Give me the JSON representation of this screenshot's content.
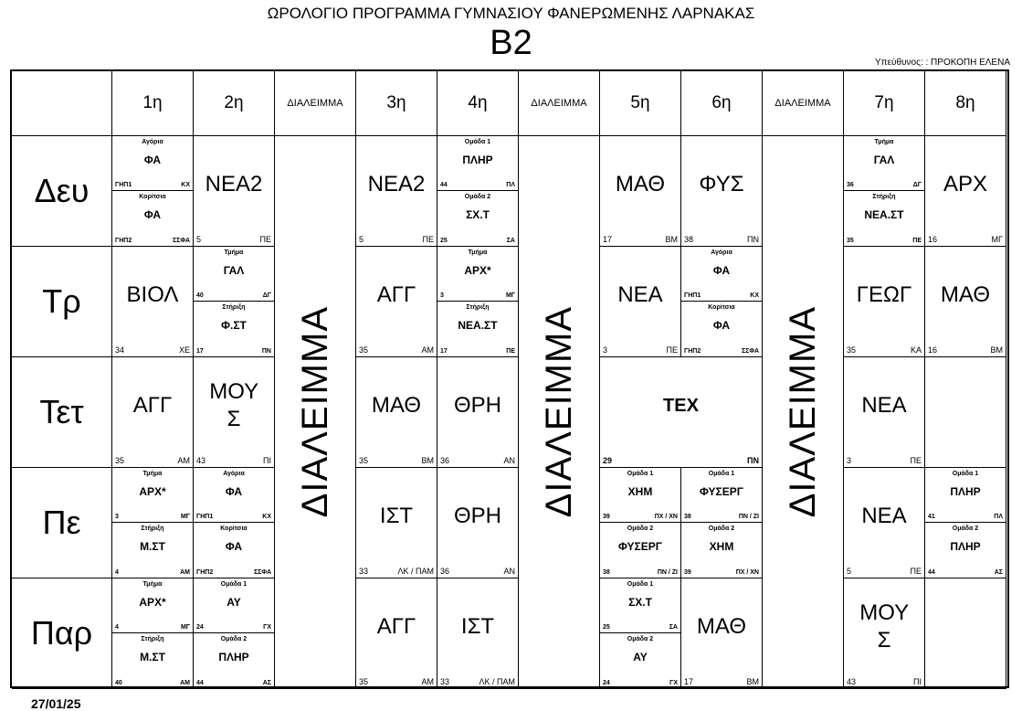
{
  "header": {
    "school": "ΩΡΟΛΟΓΙΟ ΠΡΟΓΡΑΜΜΑ ΓΥΜΝΑΣΙΟΥ ΦΑΝΕΡΩΜΕΝΗΣ ΛΑΡΝΑΚΑΣ",
    "class_name": "Β2",
    "responsible": "Υπεύθυνος: : ΠΡΟΚΟΠΗ ΕΛΕΝΑ"
  },
  "footer": {
    "date": "27/01/25"
  },
  "columns": [
    "",
    "1η",
    "2η",
    "ΔΙΑΛΕΙΜΜΑ",
    "3η",
    "4η",
    "ΔΙΑΛΕΙΜΜΑ",
    "5η",
    "6η",
    "ΔΙΑΛΕΙΜΜΑ",
    "7η",
    "8η"
  ],
  "break_label": "ΔΙΑΛΕΙΜΜΑ",
  "days": [
    "Δευ",
    "Τρ",
    "Τετ",
    "Πε",
    "Παρ"
  ],
  "rows": [
    [
      {
        "split": [
          {
            "label": "Αγόρια",
            "subject": "ΦΑ",
            "room": "ΓΗΠ1",
            "teacher": "ΚΧ"
          },
          {
            "label": "Κορίτσια",
            "subject": "ΦΑ",
            "room": "ΓΗΠ2",
            "teacher": "ΣΣΦΑ"
          }
        ]
      },
      {
        "subject": "ΝΕΑ2",
        "room": "5",
        "teacher": "ΠΕ"
      },
      {
        "subject": "ΝΕΑ2",
        "room": "5",
        "teacher": "ΠΕ"
      },
      {
        "split": [
          {
            "label": "Ομάδα 1",
            "subject": "ΠΛΗΡ",
            "room": "44",
            "teacher": "ΠΛ"
          },
          {
            "label": "Ομάδα 2",
            "subject": "ΣΧ.Τ",
            "room": "25",
            "teacher": "ΣΑ"
          }
        ]
      },
      {
        "subject": "ΜΑΘ",
        "room": "17",
        "teacher": "ΒΜ"
      },
      {
        "subject": "ΦΥΣ",
        "room": "38",
        "teacher": "ΠΝ"
      },
      {
        "split": [
          {
            "label": "Τμήμα",
            "subject": "ΓΑΛ",
            "room": "36",
            "teacher": "ΔΓ"
          },
          {
            "label": "Στήριξη",
            "subject": "ΝΕΑ.ΣΤ",
            "room": "35",
            "teacher": "ΠΕ"
          }
        ]
      },
      {
        "subject": "ΑΡΧ",
        "room": "16",
        "teacher": "ΜΓ"
      }
    ],
    [
      {
        "subject": "ΒΙΟΛ",
        "room": "34",
        "teacher": "ΧΕ"
      },
      {
        "split": [
          {
            "label": "Τμήμα",
            "subject": "ΓΑΛ",
            "room": "40",
            "teacher": "ΔΓ"
          },
          {
            "label": "Στήριξη",
            "subject": "Φ.ΣΤ",
            "room": "17",
            "teacher": "ΠΝ"
          }
        ]
      },
      {
        "subject": "ΑΓΓ",
        "room": "35",
        "teacher": "ΑΜ"
      },
      {
        "split": [
          {
            "label": "Τμήμα",
            "subject": "ΑΡΧ*",
            "room": "3",
            "teacher": "ΜΓ"
          },
          {
            "label": "Στήριξη",
            "subject": "ΝΕΑ.ΣΤ",
            "room": "17",
            "teacher": "ΠΕ"
          }
        ]
      },
      {
        "subject": "ΝΕΑ",
        "room": "3",
        "teacher": "ΠΕ"
      },
      {
        "split": [
          {
            "label": "Αγόρια",
            "subject": "ΦΑ",
            "room": "ΓΗΠ1",
            "teacher": "ΚΧ"
          },
          {
            "label": "Κορίτσια",
            "subject": "ΦΑ",
            "room": "ΓΗΠ2",
            "teacher": "ΣΣΦΑ"
          }
        ]
      },
      {
        "subject": "ΓΕΩΓ",
        "room": "35",
        "teacher": "ΚΑ"
      },
      {
        "subject": "ΜΑΘ",
        "room": "16",
        "teacher": "ΒΜ"
      }
    ],
    [
      {
        "subject": "ΑΓΓ",
        "room": "35",
        "teacher": "ΑΜ"
      },
      {
        "subject": "ΜΟΥ Σ",
        "room": "43",
        "teacher": "ΠΙ"
      },
      {
        "subject": "ΜΑΘ",
        "room": "35",
        "teacher": "ΒΜ"
      },
      {
        "subject": "ΘΡΗ",
        "room": "36",
        "teacher": "ΑΝ"
      },
      {
        "subject": "ΤΕΧ",
        "room": "29",
        "teacher": "ΠΝ",
        "span": 2,
        "bold": true
      },
      null,
      {
        "subject": "ΝΕΑ",
        "room": "3",
        "teacher": "ΠΕ"
      },
      {
        "subject": "",
        "room": "",
        "teacher": ""
      }
    ],
    [
      {
        "split": [
          {
            "label": "Τμήμα",
            "subject": "ΑΡΧ*",
            "room": "3",
            "teacher": "ΜΓ"
          },
          {
            "label": "Στήριξη",
            "subject": "Μ.ΣΤ",
            "room": "4",
            "teacher": "ΑΜ"
          }
        ]
      },
      {
        "split": [
          {
            "label": "Αγόρια",
            "subject": "ΦΑ",
            "room": "ΓΗΠ1",
            "teacher": "ΚΧ"
          },
          {
            "label": "Κορίτσια",
            "subject": "ΦΑ",
            "room": "ΓΗΠ2",
            "teacher": "ΣΣΦΑ"
          }
        ]
      },
      {
        "subject": "ΙΣΤ",
        "room": "33",
        "teacher": "ΛΚ / ΠΑΜ"
      },
      {
        "subject": "ΘΡΗ",
        "room": "36",
        "teacher": "ΑΝ"
      },
      {
        "split": [
          {
            "label": "Ομάδα 1",
            "subject": "ΧΗΜ",
            "room": "39",
            "teacher": "ΠΧ / ΧΝ"
          },
          {
            "label": "Ομάδα 2",
            "subject": "ΦΥΣΕΡΓ",
            "room": "38",
            "teacher": "ΠΝ / ΖΙ"
          }
        ]
      },
      {
        "split": [
          {
            "label": "Ομάδα 1",
            "subject": "ΦΥΣΕΡΓ",
            "room": "38",
            "teacher": "ΠΝ / ΖΙ"
          },
          {
            "label": "Ομάδα 2",
            "subject": "ΧΗΜ",
            "room": "39",
            "teacher": "ΠΧ / ΧΝ"
          }
        ]
      },
      {
        "subject": "ΝΕΑ",
        "room": "5",
        "teacher": "ΠΕ"
      },
      {
        "split": [
          {
            "label": "Ομάδα 1",
            "subject": "ΠΛΗΡ",
            "room": "41",
            "teacher": "ΠΛ"
          },
          {
            "label": "Ομάδα 2",
            "subject": "ΠΛΗΡ",
            "room": "44",
            "teacher": "ΑΣ"
          }
        ]
      }
    ],
    [
      {
        "split": [
          {
            "label": "Τμήμα",
            "subject": "ΑΡΧ*",
            "room": "4",
            "teacher": "ΜΓ"
          },
          {
            "label": "Στήριξη",
            "subject": "Μ.ΣΤ",
            "room": "40",
            "teacher": "ΑΜ"
          }
        ]
      },
      {
        "split": [
          {
            "label": "Ομάδα 1",
            "subject": "ΑΥ",
            "room": "24",
            "teacher": "ΓΧ"
          },
          {
            "label": "Ομάδα 2",
            "subject": "ΠΛΗΡ",
            "room": "44",
            "teacher": "ΑΣ"
          }
        ]
      },
      {
        "subject": "ΑΓΓ",
        "room": "35",
        "teacher": "ΑΜ"
      },
      {
        "subject": "ΙΣΤ",
        "room": "33",
        "teacher": "ΛΚ / ΠΑΜ"
      },
      {
        "split": [
          {
            "label": "Ομάδα 1",
            "subject": "ΣΧ.Τ",
            "room": "25",
            "teacher": "ΣΑ"
          },
          {
            "label": "Ομάδα 2",
            "subject": "ΑΥ",
            "room": "24",
            "teacher": "ΓΧ"
          }
        ]
      },
      {
        "subject": "ΜΑΘ",
        "room": "17",
        "teacher": "ΒΜ"
      },
      {
        "subject": "ΜΟΥ Σ",
        "room": "43",
        "teacher": "ΠΙ"
      },
      {
        "subject": "",
        "room": "",
        "teacher": ""
      }
    ]
  ]
}
